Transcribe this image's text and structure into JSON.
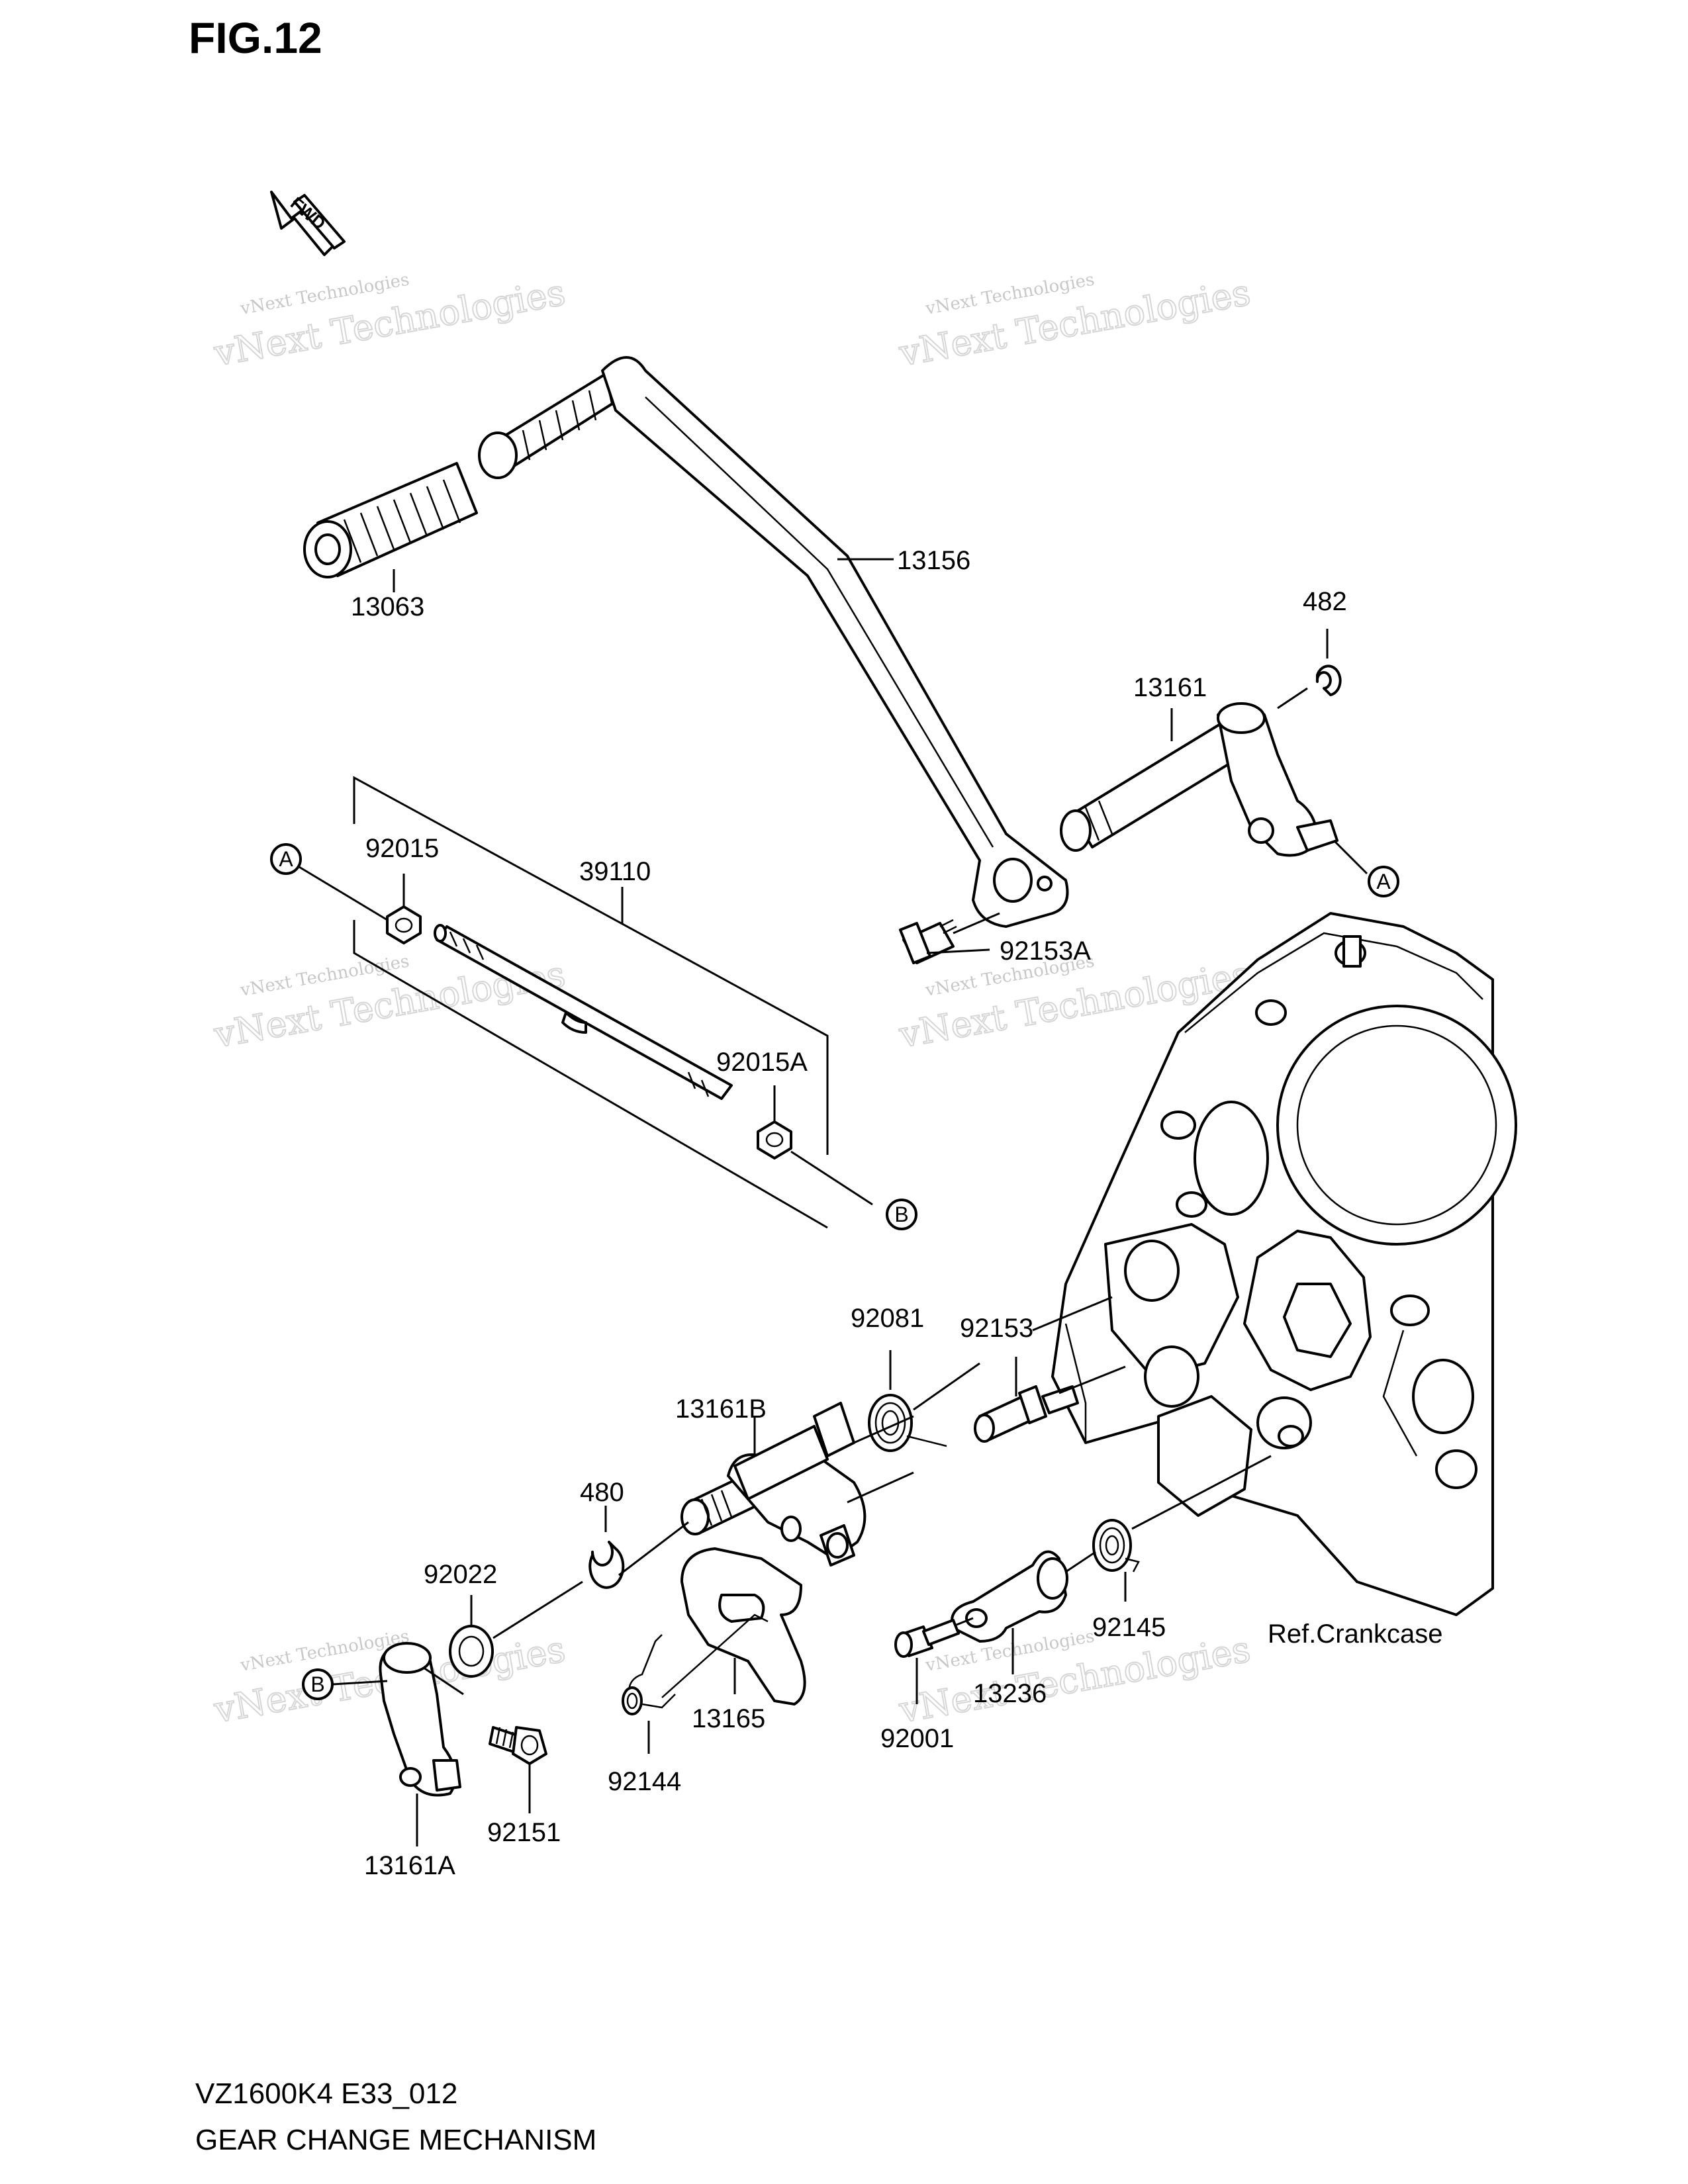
{
  "figure": {
    "title": "FIG.12",
    "fwd_label": "FWD",
    "model_code": "VZ1600K4 E33_012",
    "caption": "GEAR CHANGE MECHANISM"
  },
  "watermark": {
    "line1": "vNext Technologies",
    "line2": "vNext Technologies"
  },
  "parts": [
    {
      "id": "13063",
      "label": "13063"
    },
    {
      "id": "13156",
      "label": "13156"
    },
    {
      "id": "482",
      "label": "482"
    },
    {
      "id": "13161",
      "label": "13161"
    },
    {
      "id": "92015",
      "label": "92015"
    },
    {
      "id": "39110",
      "label": "39110"
    },
    {
      "id": "92153A",
      "label": "92153A"
    },
    {
      "id": "92015A",
      "label": "92015A"
    },
    {
      "id": "92081",
      "label": "92081"
    },
    {
      "id": "92153",
      "label": "92153"
    },
    {
      "id": "13161B",
      "label": "13161B"
    },
    {
      "id": "480",
      "label": "480"
    },
    {
      "id": "92022",
      "label": "92022"
    },
    {
      "id": "92145",
      "label": "92145"
    },
    {
      "id": "ref_crankcase",
      "label": "Ref.Crankcase"
    },
    {
      "id": "13165",
      "label": "13165"
    },
    {
      "id": "13236",
      "label": "13236"
    },
    {
      "id": "92001",
      "label": "92001"
    },
    {
      "id": "92144",
      "label": "92144"
    },
    {
      "id": "92151",
      "label": "92151"
    },
    {
      "id": "13161A",
      "label": "13161A"
    }
  ],
  "refs": {
    "a": "A",
    "b": "B"
  }
}
